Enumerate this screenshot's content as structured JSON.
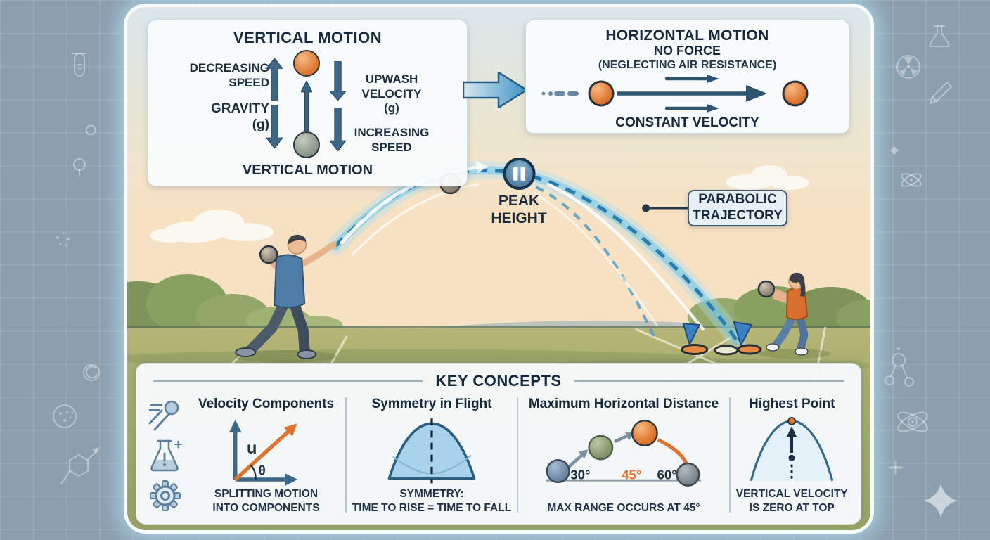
{
  "vertical_panel": {
    "title": "VERTICAL MOTION",
    "decreasing_speed": "DECREASING\nSPEED",
    "gravity": "GRAVITY\n(g)",
    "upwash": "UPWASH\nVELOCITY\n(g)",
    "increasing_speed": "INCREASING\nSPEED",
    "footer": "VERTICAL MOTION"
  },
  "horizontal_panel": {
    "title": "HORIZONTAL MOTION",
    "subtitle": "NO FORCE",
    "note": "(NEGLECTING AIR RESISTANCE)",
    "caption": "CONSTANT VELOCITY"
  },
  "scene": {
    "peak_label": "PEAK\nHEIGHT",
    "callout": "PARABOLIC\nTRAJECTORY",
    "pause_icon": "pause-icon"
  },
  "key_concepts": {
    "title": "KEY CONCEPTS",
    "columns": [
      {
        "heading": "Velocity Components",
        "caption": "SPLITTING MOTION\nINTO COMPONENTS",
        "velocity_label": "u",
        "angle_label": "θ"
      },
      {
        "heading": "Symmetry in Flight",
        "caption": "SYMMETRY:\nTIME TO RISE = TIME TO FALL"
      },
      {
        "heading": "Maximum Horizontal Distance",
        "caption": "MAX RANGE OCCURS AT 45°",
        "angles": [
          "30°",
          "45°",
          "60°"
        ]
      },
      {
        "heading": "Highest Point",
        "caption": "VERTICAL VELOCITY\nIS ZERO AT TOP"
      }
    ],
    "side_icons": [
      "projectile-icon",
      "flask-plus-icon",
      "gear-icon"
    ]
  },
  "decorative_icons": {
    "left": [
      "test-tube-icon",
      "circle-icon",
      "pin-icon",
      "dots-icon",
      "swirl-icon",
      "petri-dish-icon",
      "molecule-hex-icon"
    ],
    "right": [
      "flask-icon",
      "radiation-icon",
      "pencil-icon",
      "diamond-icon",
      "atom-icon",
      "molecule-icon",
      "atom-icon",
      "plus-icon",
      "sparkle-icon"
    ]
  },
  "colors": {
    "steel_blue_arrow": "#3e6787",
    "bright_trajectory_blue": "#62c6f2",
    "dashed_trajectory_blue": "#2a7cae",
    "orange": "#e07b35",
    "navy_text": "#1b2b3d",
    "grass_olive": "#a4ad6c",
    "panel_bg": "#f6fafc",
    "outer_bg": "#8c9fae"
  }
}
